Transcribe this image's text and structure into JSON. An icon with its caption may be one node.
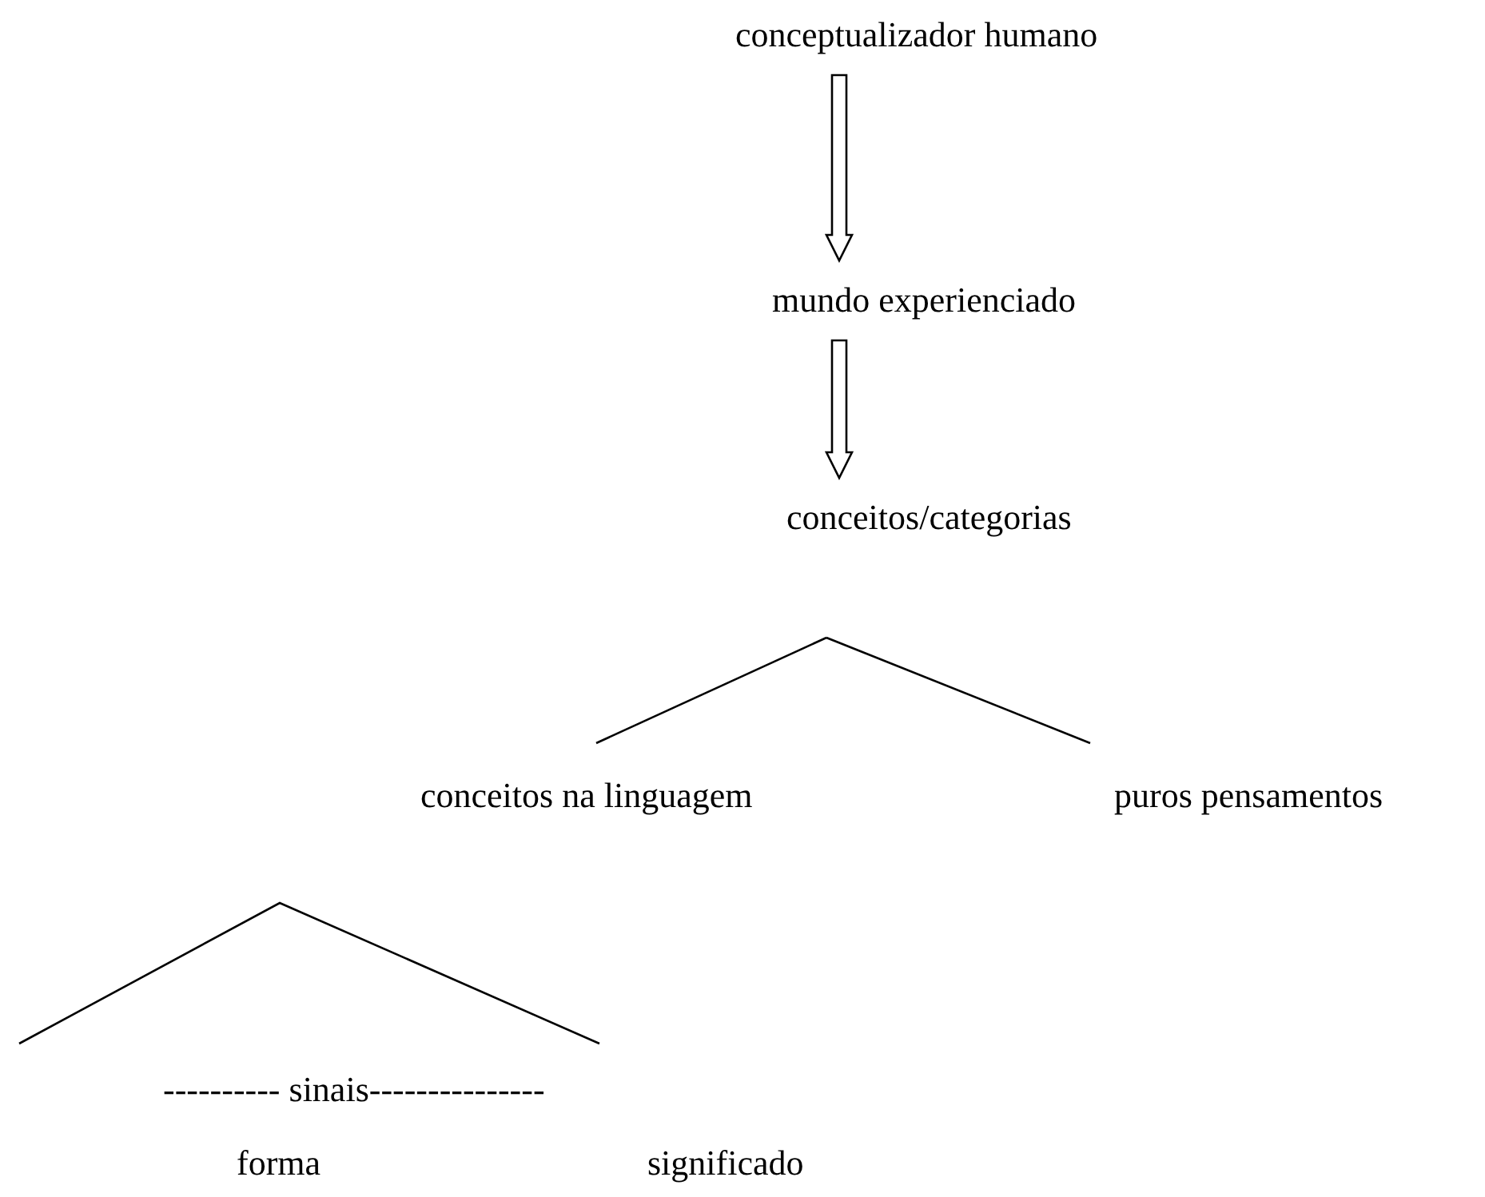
{
  "diagram": {
    "nodes": [
      {
        "text": [
          "conceptualizador humano"
        ]
      },
      {
        "text": [
          "mundo experienciado"
        ]
      },
      {
        "text": [
          "conceitos/categorias"
        ]
      },
      {
        "text": [
          "conceitos na linguagem"
        ]
      },
      {
        "text": [
          "puros pensamentos"
        ]
      }
    ],
    "edges": [
      {
        "from": 0,
        "to": 1,
        "arrow": "to"
      },
      {
        "from": 1,
        "to": 2,
        "arrow": "to"
      },
      {
        "from": 2,
        "to": 3,
        "arrow": "none"
      },
      {
        "from": 2,
        "to": 4,
        "arrow": "none"
      }
    ],
    "labels": [
      "---------- sinais---------------",
      "forma",
      "significado"
    ]
  }
}
